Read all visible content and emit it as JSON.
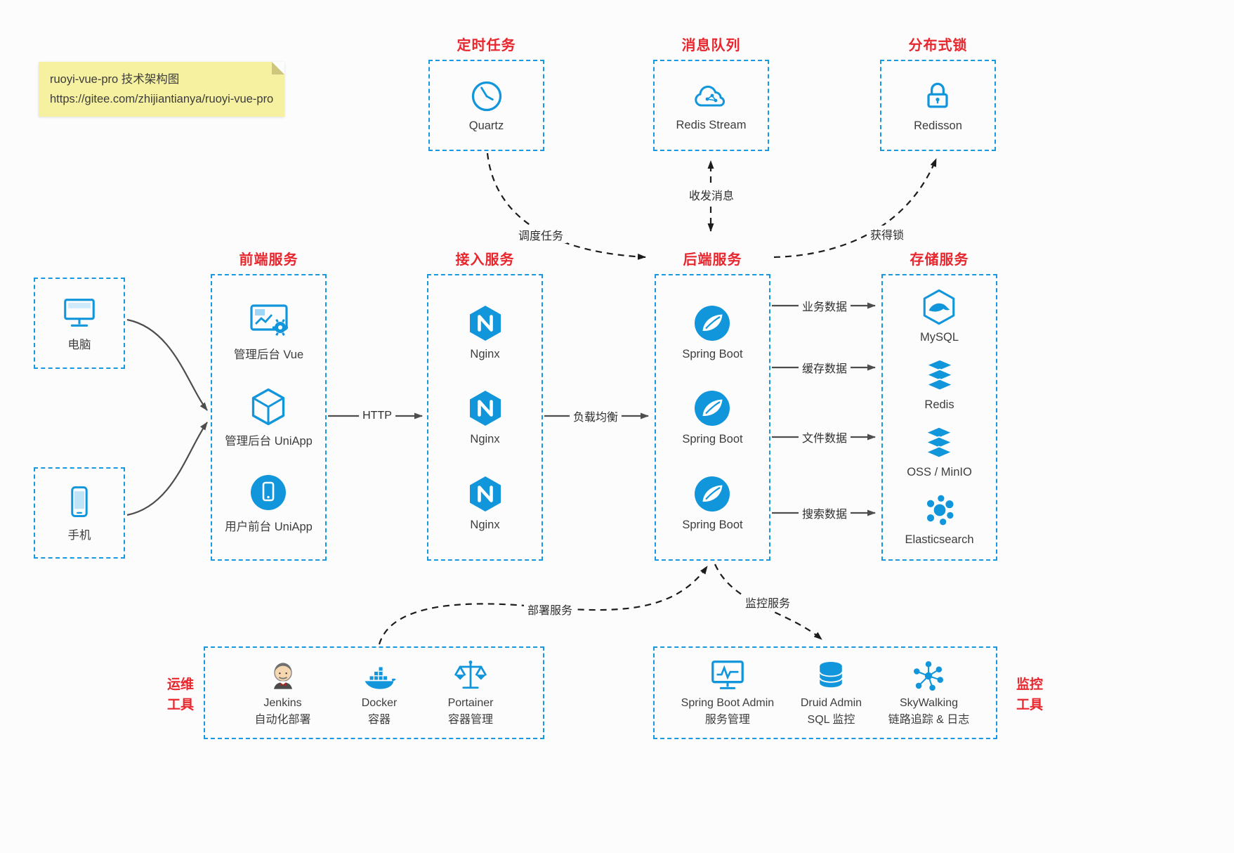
{
  "colors": {
    "accent_blue": "#1296db",
    "title_red": "#e8262d",
    "note_bg": "#f6f1a0"
  },
  "note": {
    "line1": "ruoyi-vue-pro 技术架构图",
    "line2": "https://gitee.com/zhijiantianya/ruoyi-vue-pro"
  },
  "top_services": [
    {
      "title": "定时任务",
      "label": "Quartz"
    },
    {
      "title": "消息队列",
      "label": "Redis Stream"
    },
    {
      "title": "分布式锁",
      "label": "Redisson"
    }
  ],
  "clients": [
    {
      "label": "电脑"
    },
    {
      "label": "手机"
    }
  ],
  "frontend": {
    "title": "前端服务",
    "items": [
      "管理后台 Vue",
      "管理后台 UniApp",
      "用户前台 UniApp"
    ]
  },
  "gateway": {
    "title": "接入服务",
    "items": [
      "Nginx",
      "Nginx",
      "Nginx"
    ]
  },
  "backend": {
    "title": "后端服务",
    "items": [
      "Spring Boot",
      "Spring Boot",
      "Spring Boot"
    ]
  },
  "storage": {
    "title": "存储服务",
    "items": [
      "MySQL",
      "Redis",
      "OSS / MinIO",
      "Elasticsearch"
    ]
  },
  "edges": {
    "http": "HTTP",
    "load_balance": "负载均衡",
    "business_data": "业务数据",
    "cache_data": "缓存数据",
    "file_data": "文件数据",
    "search_data": "搜索数据",
    "schedule_task": "调度任务",
    "send_receive_message": "收发消息",
    "acquire_lock": "获得锁",
    "deploy_service": "部署服务",
    "monitor_service": "监控服务"
  },
  "ops_tools": {
    "label_line1": "运维",
    "label_line2": "工具",
    "items": [
      {
        "name": "Jenkins",
        "desc": "自动化部署"
      },
      {
        "name": "Docker",
        "desc": "容器"
      },
      {
        "name": "Portainer",
        "desc": "容器管理"
      }
    ]
  },
  "monitor_tools": {
    "label_line1": "监控",
    "label_line2": "工具",
    "items": [
      {
        "name": "Spring Boot Admin",
        "desc": "服务管理"
      },
      {
        "name": "Druid Admin",
        "desc": "SQL 监控"
      },
      {
        "name": "SkyWalking",
        "desc": "链路追踪 & 日志"
      }
    ]
  }
}
